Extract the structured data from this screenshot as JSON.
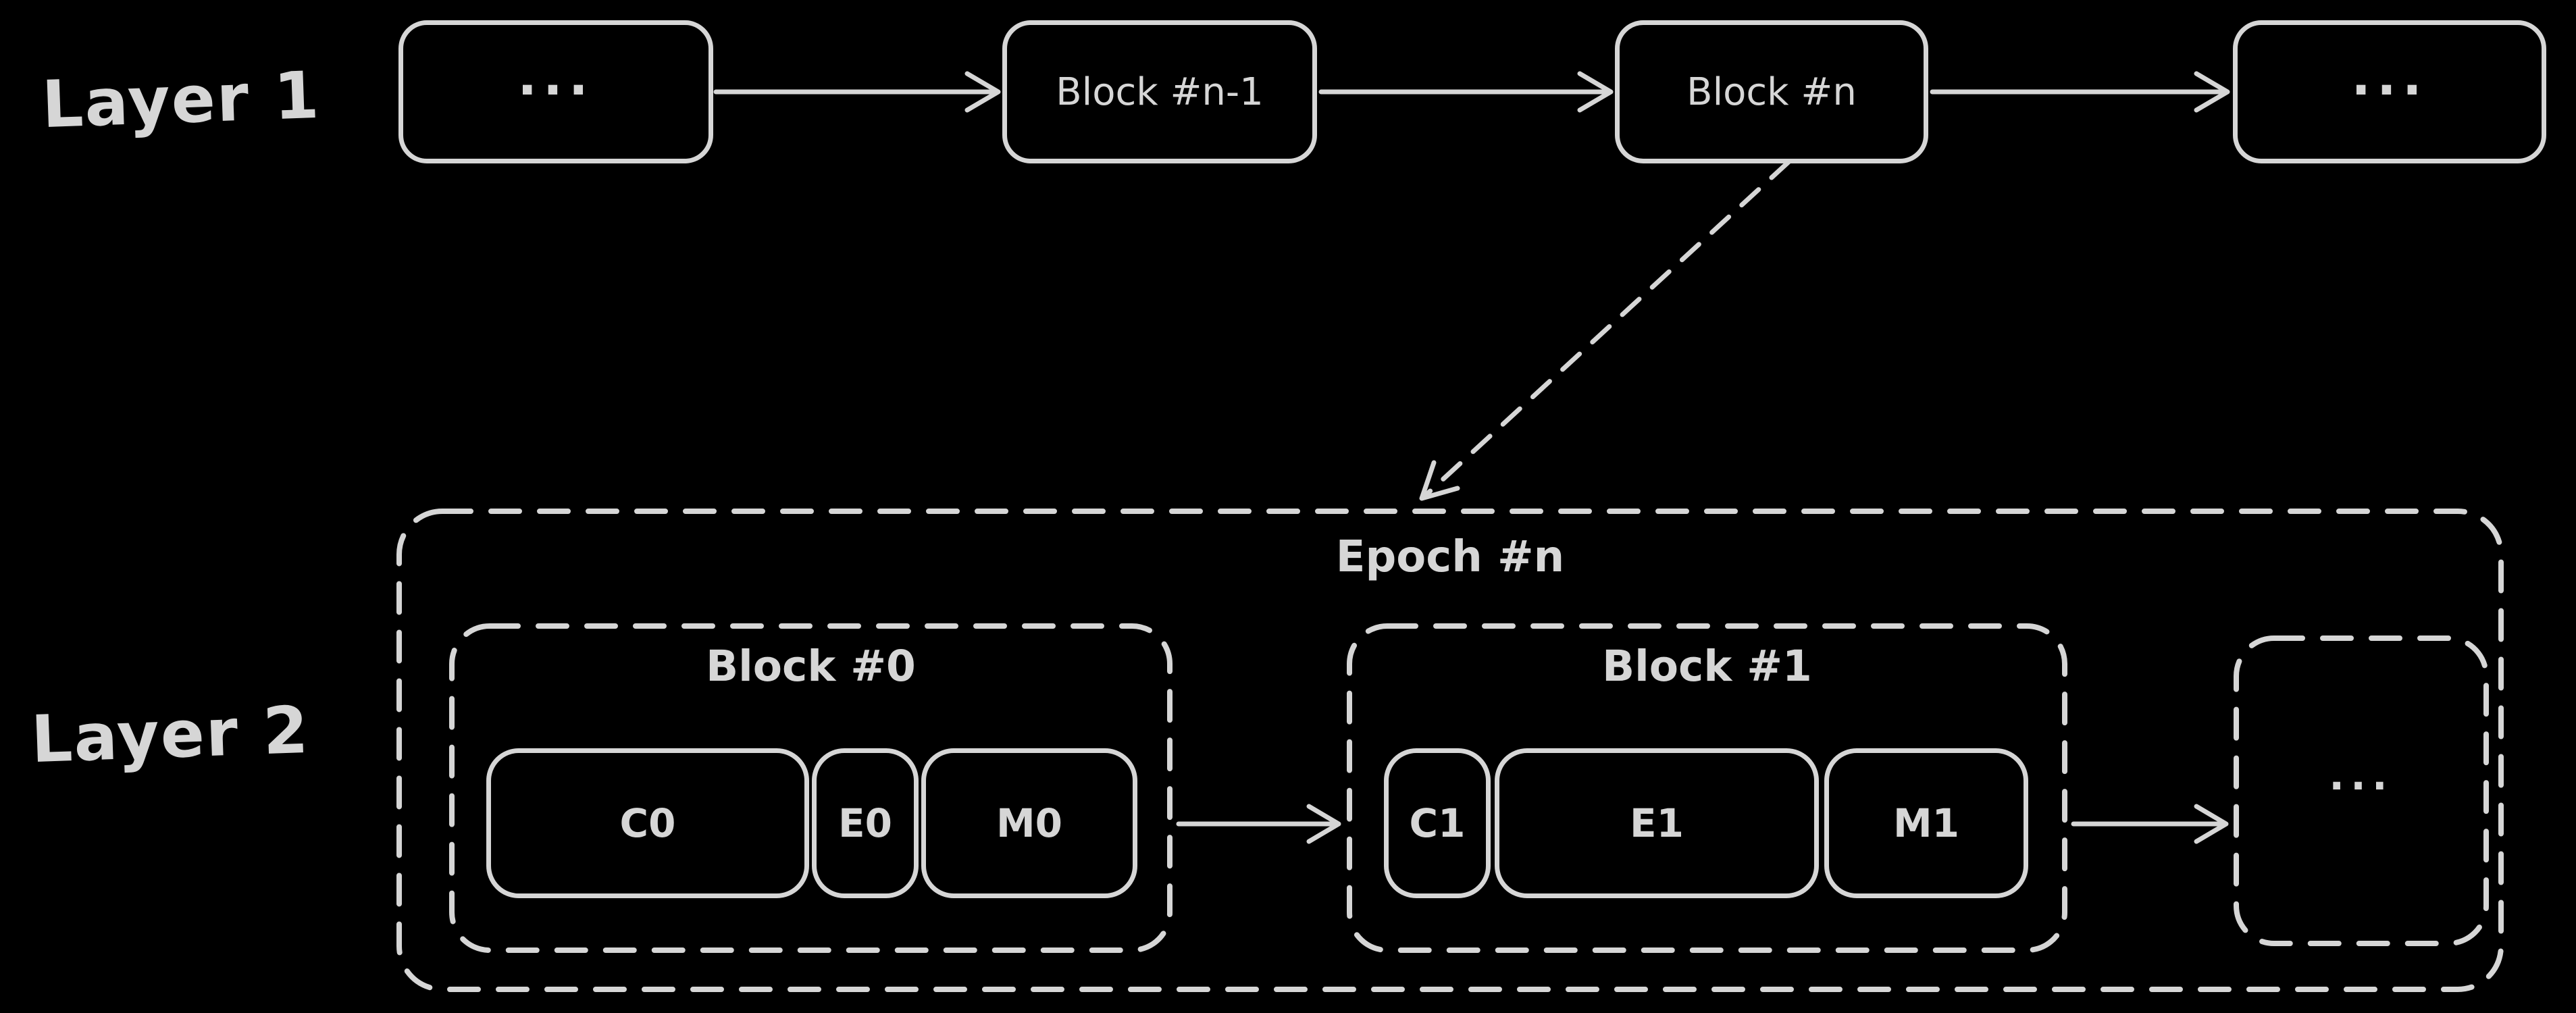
{
  "colors": {
    "background": "#000000",
    "stroke": "#d6d6d6",
    "text": "#d6d6d6"
  },
  "layer1": {
    "label": "Layer 1",
    "blocks": [
      {
        "label": "..."
      },
      {
        "label": "Block #n-1"
      },
      {
        "label": "Block #n"
      },
      {
        "label": "..."
      }
    ]
  },
  "layer2": {
    "label": "Layer 2",
    "epoch": {
      "label": "Epoch #n",
      "blocks": [
        {
          "label": "Block #0",
          "items": [
            "C0",
            "E0",
            "M0"
          ]
        },
        {
          "label": "Block #1",
          "items": [
            "C1",
            "E1",
            "M1"
          ]
        },
        {
          "label": "..."
        }
      ]
    }
  }
}
